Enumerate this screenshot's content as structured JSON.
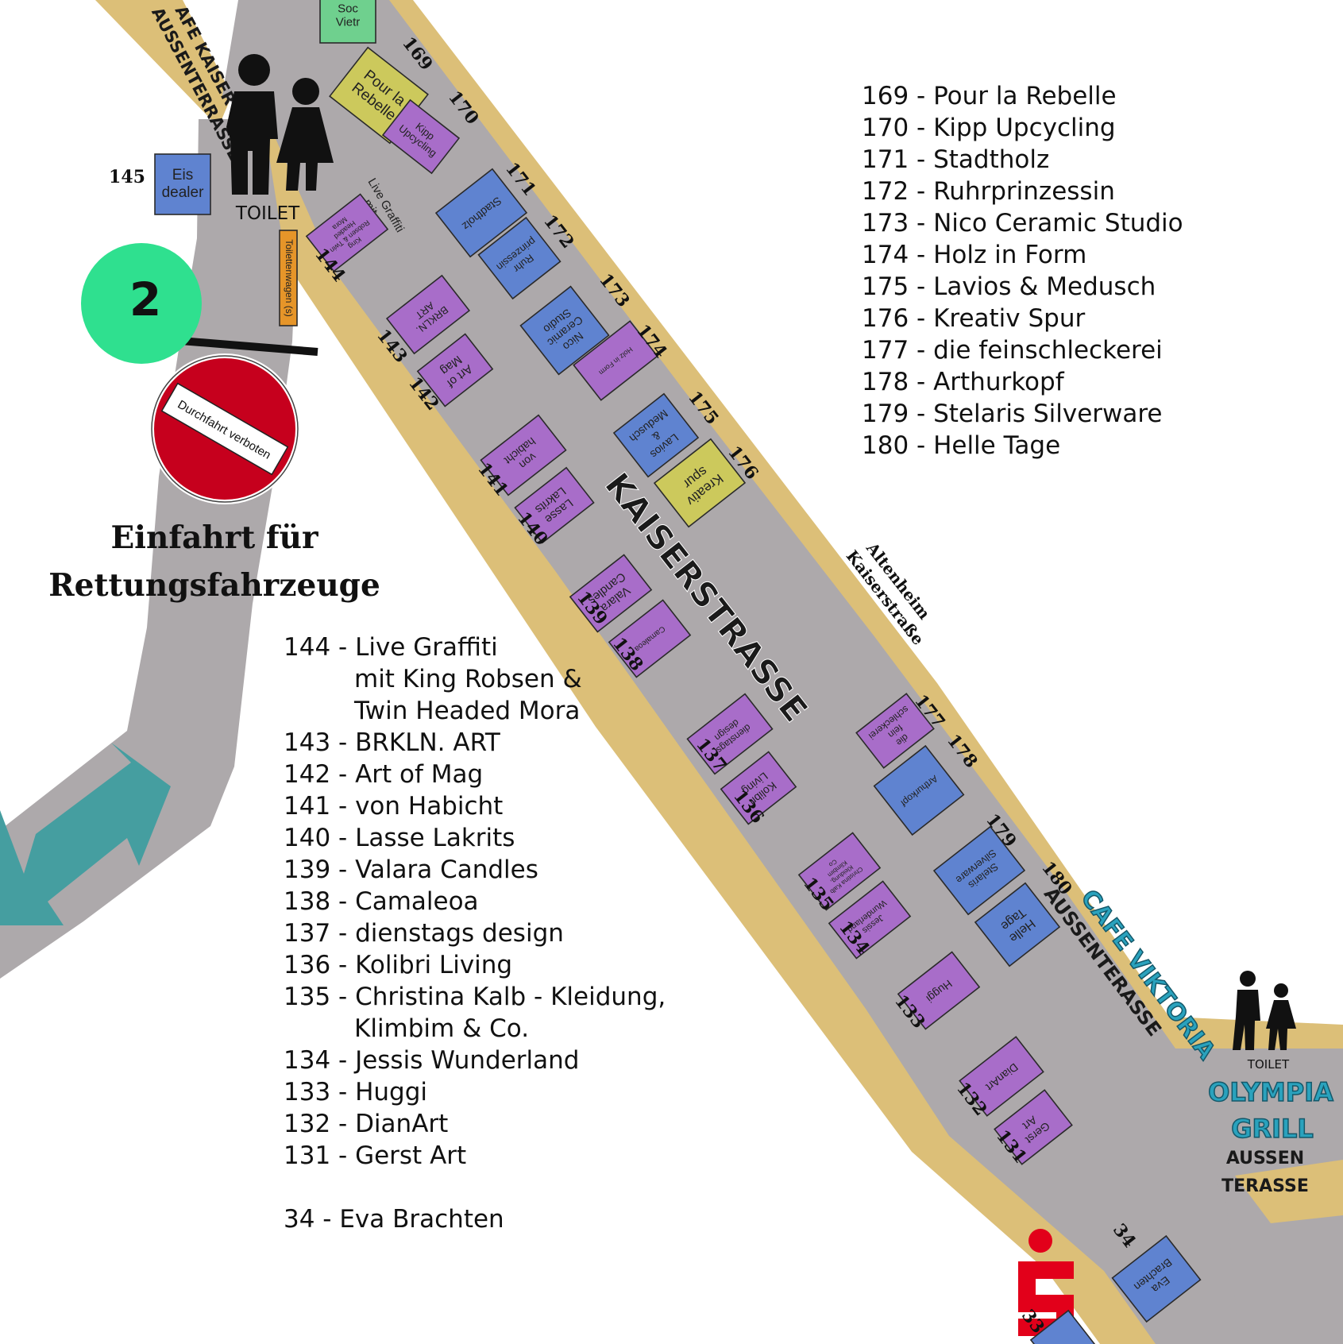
{
  "colors": {
    "road": "#ada9ab",
    "sidewalk": "#dcbf78",
    "stall_purple": "#a86dc9",
    "stall_blue": "#5f83d0",
    "stall_yellow": "#ccc95c",
    "stall_green": "#6fd08e",
    "stall_orange": "#e69529",
    "marker_green": "#2fe08f",
    "no_entry_red": "#c6001d",
    "arrow_teal": "#459ea0",
    "sparkasse_red": "#e2001a",
    "teal_text": "#2aa2bd"
  },
  "map": {
    "street_name": "KAISERSTRASSE",
    "zone_number": "2",
    "no_entry_sign": {
      "text": "Durchfahrt verboten",
      "icon": "no-entry-sign-icon"
    },
    "emergency_text": [
      "Einfahrt für",
      "Rettungsfahrzeuge"
    ],
    "toilet_label": "TOILET",
    "toilet_label_small": "TOILET",
    "toilet_icon": "toilet-people-icon",
    "arrow_icon": "double-arrow-icon",
    "bank_icon": "sparkasse-logo-icon",
    "cafe_kaiser_lines": [
      "AFE KAISER",
      "AUSSENTERRASSE"
    ],
    "altenheim_lines": [
      "Altenheim",
      "Kaiserstraße"
    ],
    "cafe_viktoria_lines": [
      "CAFE VIKTORIA",
      "AUSSENTERASSE"
    ],
    "olympia_lines": [
      "OLYMPIA",
      "GRILL"
    ],
    "olympia_terrace_lines": [
      "AUSSEN",
      "TERASSE"
    ]
  },
  "stalls": [
    {
      "number": "169",
      "lines": [
        "Pour la",
        "Rebelle"
      ]
    },
    {
      "number": "170",
      "lines": [
        "Kipp",
        "Upcycling"
      ]
    },
    {
      "number": "171",
      "lines": [
        "Stadtholz"
      ]
    },
    {
      "number": "172",
      "lines": [
        "Ruhr",
        "prinzessin"
      ]
    },
    {
      "number": "173",
      "lines": [
        "Nico",
        "Ceramic",
        "Studio"
      ]
    },
    {
      "number": "174",
      "lines": [
        "Holz in Form"
      ]
    },
    {
      "number": "175",
      "lines": [
        "Lavios",
        "&",
        "Medusch"
      ]
    },
    {
      "number": "176",
      "lines": [
        "Kreativ",
        "spur"
      ]
    },
    {
      "number": "177",
      "lines": [
        "die",
        "fein",
        "schleckerei"
      ]
    },
    {
      "number": "178",
      "lines": [
        "Arthurkopf"
      ]
    },
    {
      "number": "179",
      "lines": [
        "Stelaris",
        "Silverware"
      ]
    },
    {
      "number": "180",
      "lines": [
        "Helle",
        "Tage"
      ]
    },
    {
      "number": "144",
      "lines": [
        "King",
        "Robsen & Twin",
        "Headed",
        "Mora"
      ]
    },
    {
      "number": "143",
      "lines": [
        "BRKLN.",
        "ART"
      ]
    },
    {
      "number": "142",
      "lines": [
        "Art of",
        "Mag"
      ]
    },
    {
      "number": "141",
      "lines": [
        "von",
        "habicht"
      ]
    },
    {
      "number": "140",
      "lines": [
        "Lasse",
        "Lakrits"
      ]
    },
    {
      "number": "139",
      "lines": [
        "Valara",
        "Candles"
      ]
    },
    {
      "number": "138",
      "lines": [
        "Camaleoa"
      ]
    },
    {
      "number": "137",
      "lines": [
        "dienstags",
        "design"
      ]
    },
    {
      "number": "136",
      "lines": [
        "Kolibri",
        "Living"
      ]
    },
    {
      "number": "135",
      "lines": [
        "Christina Kalb",
        "Kleidung,",
        "Klimbim",
        "Co"
      ]
    },
    {
      "number": "134",
      "lines": [
        "Jessis",
        "Wunderland"
      ]
    },
    {
      "number": "133",
      "lines": [
        "Huggi"
      ]
    },
    {
      "number": "132",
      "lines": [
        "DianArt"
      ]
    },
    {
      "number": "131",
      "lines": [
        "Gerst",
        "Art"
      ]
    },
    {
      "number": "34",
      "lines": [
        "Eva",
        "Brachten"
      ]
    },
    {
      "number": "145",
      "lines": [
        "Eis",
        "dealer"
      ]
    },
    {
      "number": "33",
      "lines": []
    },
    {
      "number": "",
      "lines": [
        "Soc",
        "Vietr"
      ]
    },
    {
      "number": "",
      "lines": [
        "Toilettenwagen (s)"
      ]
    }
  ],
  "live_graffiti_lines": [
    "Live Graffiti",
    "mit"
  ],
  "legend_top": [
    "169 - Pour la Rebelle",
    "170 - Kipp Upcycling",
    "171 - Stadtholz",
    "172 - Ruhrprinzessin",
    "173 - Nico Ceramic Studio",
    "174 - Holz in Form",
    "175 - Lavios & Medusch",
    "176 - Kreativ Spur",
    "177 - die feinschleckerei",
    "178 - Arthurkopf",
    "179 - Stelaris Silverware",
    "180 - Helle Tage"
  ],
  "legend_bottom": [
    "144 - Live Graffiti",
    "mit King Robsen &",
    "Twin Headed Mora",
    "143 - BRKLN. ART",
    "142 - Art of Mag",
    "141 - von Habicht",
    "140 - Lasse Lakrits",
    "139 - Valara Candles",
    "138 - Camaleoa",
    "137 - dienstags design",
    "136 - Kolibri Living",
    "135 - Christina Kalb - Kleidung,",
    "Klimbim & Co.",
    "134 - Jessis Wunderland",
    "133 - Huggi",
    "132 - DianArt",
    "131 - Gerst Art",
    "34 - Eva Brachten"
  ]
}
